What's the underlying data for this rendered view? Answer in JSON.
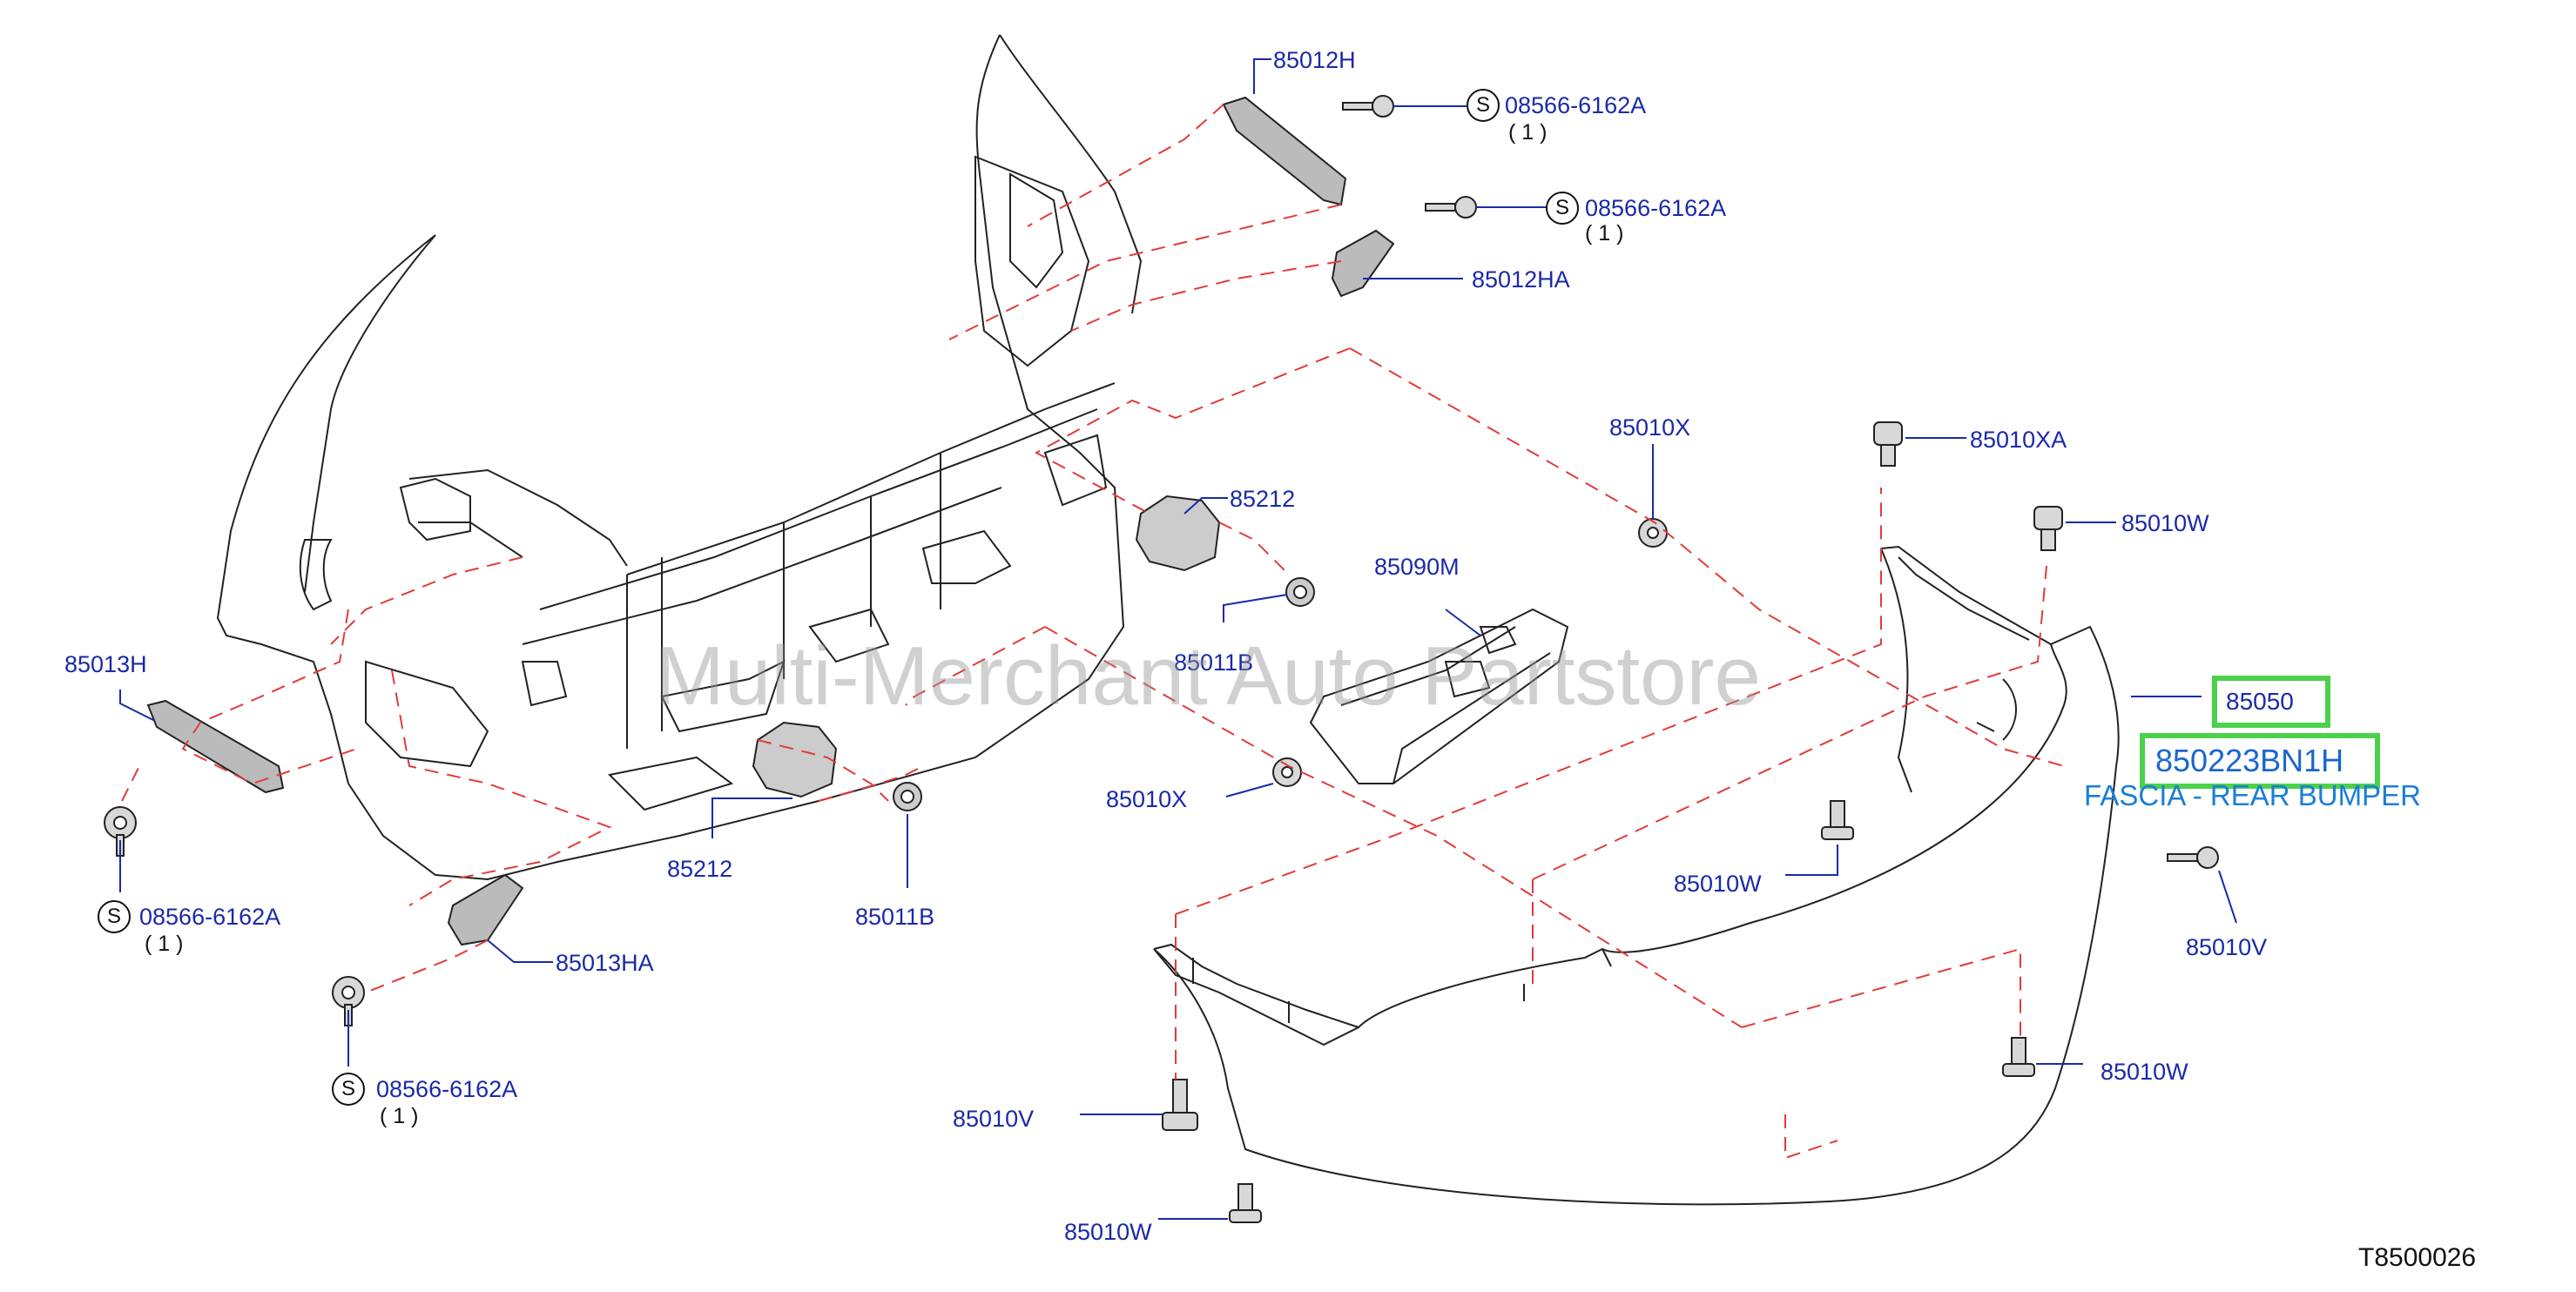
{
  "watermark": "Multi-Merchant Auto Partstore",
  "diagram_code": "T8500026",
  "highlighted": {
    "part_85050": "85050",
    "main_part": "850223BN1H",
    "description": "FASCIA - REAR BUMPER"
  },
  "callouts": {
    "p85012H": "85012H",
    "s1_part": "08566-6162A",
    "s1_qty": "( 1 )",
    "s2_part": "08566-6162A",
    "s2_qty": "( 1 )",
    "p85012HA": "85012HA",
    "p85010X_top": "85010X",
    "p85010XA": "85010XA",
    "p85010W_right": "85010W",
    "p85212_top": "85212",
    "p85090M": "85090M",
    "p85011B_top": "85011B",
    "p85013H": "85013H",
    "s3_part": "08566-6162A",
    "s3_qty": "( 1 )",
    "p85013HA": "85013HA",
    "s4_part": "08566-6162A",
    "s4_qty": "( 1 )",
    "p85212_bottom": "85212",
    "p85011B_bottom": "85011B",
    "p85010X_mid": "85010X",
    "p85010W_mid": "85010W",
    "p85010V_right": "85010V",
    "p85010V_left": "85010V",
    "p85010W_bottom_right": "85010W",
    "p85010W_bottom_left": "85010W"
  },
  "symbol_letter": "S",
  "colors": {
    "label": "#1a2aa8",
    "leader": "#1a2aa8",
    "dash": "#e23b3b",
    "highlight": "#4cd14c",
    "line": "#222222"
  }
}
